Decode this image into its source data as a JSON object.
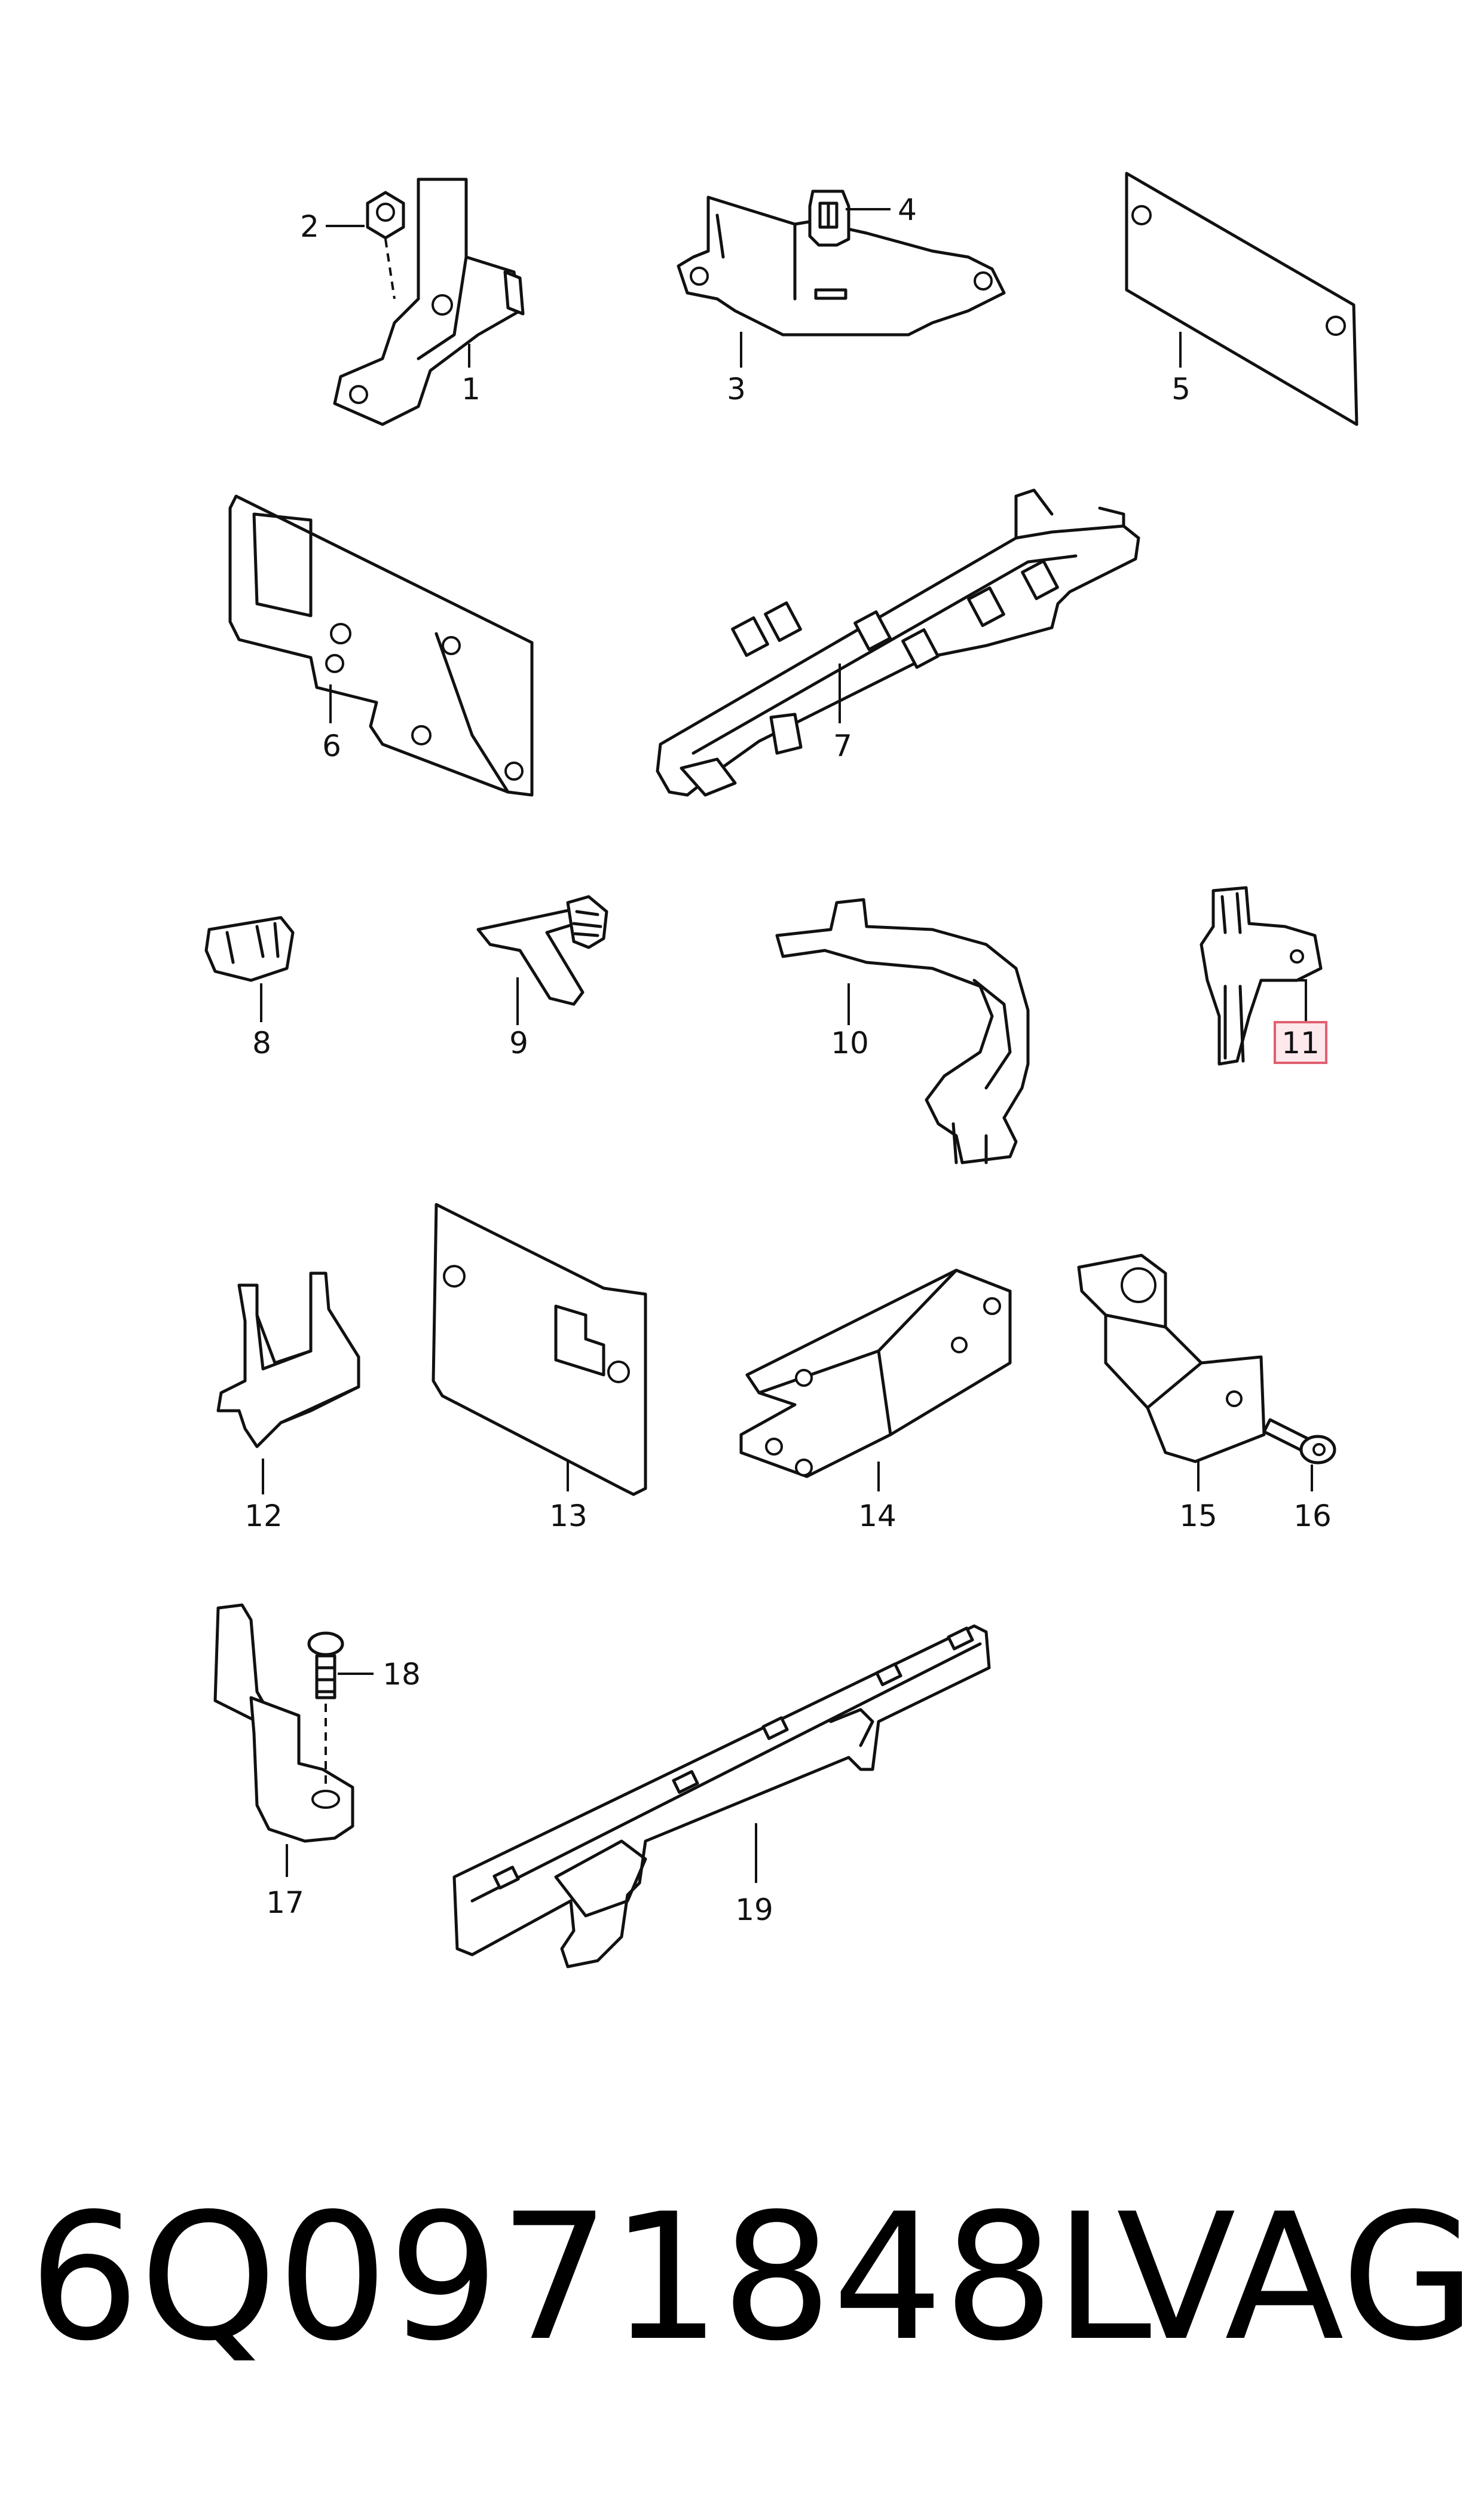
{
  "callouts": [
    "1",
    "2",
    "3",
    "4",
    "5",
    "6",
    "7",
    "8",
    "9",
    "10",
    "11",
    "12",
    "13",
    "14",
    "15",
    "16",
    "17",
    "18",
    "19"
  ],
  "highlighted_callout": "11",
  "highlight_color": "#e06070",
  "footer": {
    "part_number": "6Q0971848L",
    "brand": "VAG"
  }
}
